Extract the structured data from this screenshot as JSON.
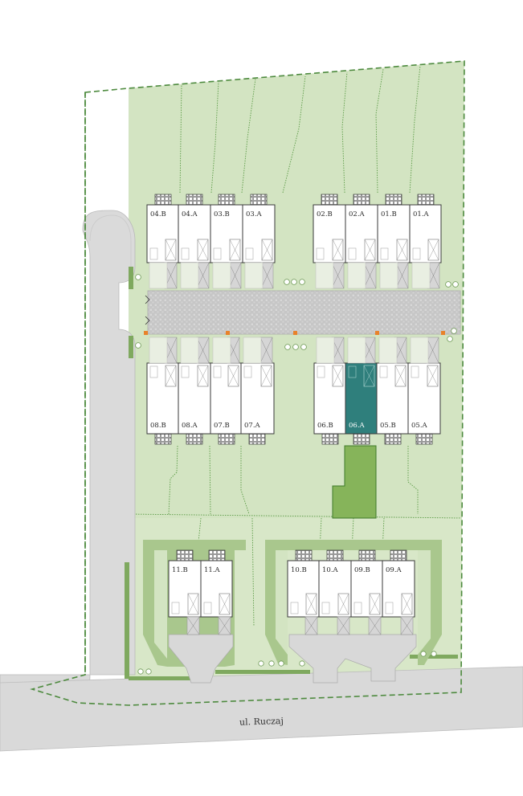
{
  "street": {
    "name": "ul. Ruczaj"
  },
  "selected_unit": "06.A",
  "colors": {
    "lawn": "#d3e4c2",
    "lawn_light": "#e1eed5",
    "hedge": "#7fa95f",
    "building": "#ffffff",
    "outline": "#3a3a3a",
    "selected": "#2f7f7c",
    "garden_selected": "#86b45a",
    "road": "#dcdcdc",
    "paving": "#c9c9c9",
    "marker": "#e8822a",
    "boundary": "#4d8a3e"
  },
  "units": [
    {
      "id": "04.B"
    },
    {
      "id": "04.A"
    },
    {
      "id": "03.B"
    },
    {
      "id": "03.A"
    },
    {
      "id": "02.B"
    },
    {
      "id": "02.A"
    },
    {
      "id": "01.B"
    },
    {
      "id": "01.A"
    },
    {
      "id": "08.B"
    },
    {
      "id": "08.A"
    },
    {
      "id": "07.B"
    },
    {
      "id": "07.A"
    },
    {
      "id": "06.B"
    },
    {
      "id": "06.A"
    },
    {
      "id": "05.B"
    },
    {
      "id": "05.A"
    },
    {
      "id": "11.B"
    },
    {
      "id": "11.A"
    },
    {
      "id": "10.B"
    },
    {
      "id": "10.A"
    },
    {
      "id": "09.B"
    },
    {
      "id": "09.A"
    }
  ]
}
